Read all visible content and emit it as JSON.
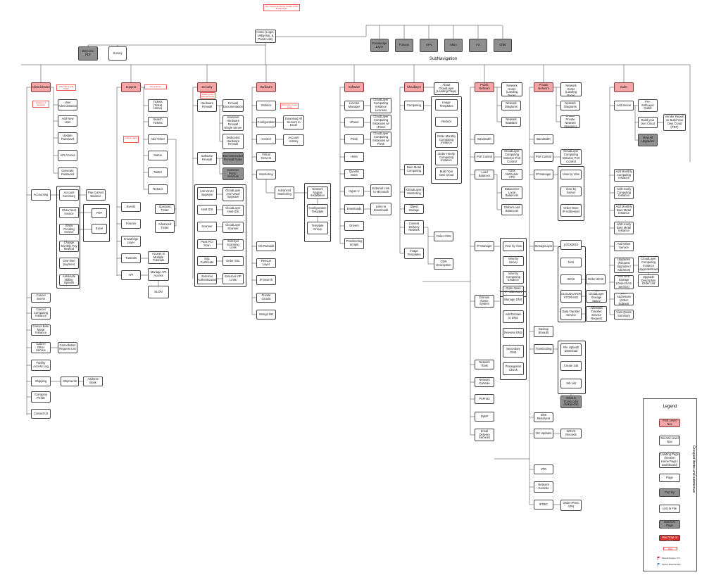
{
  "header": {
    "top_note": "You must go to Home (Login) or the Portal page.",
    "home": "Home (Login, Utility Bar, & Portal Link)",
    "welcome": "Welcome PDF",
    "survey": "Survey",
    "subnav_title": "SubNavigation",
    "subnav": [
      "Knowledge Layer",
      "Forums",
      "VPN",
      "Main",
      "FX",
      "Child"
    ]
  },
  "sections": {
    "administrative": {
      "title": "Administrative",
      "items": [
        "User Administration",
        "Add New User",
        "Update Password",
        "API Access",
        "Generate Password"
      ],
      "accounting": "Accounting",
      "accounting_items": [
        "Account Summary",
        "Show Next Invoice",
        "Show Pending Invoice",
        "Change Monthly Pay Method",
        "One-time payment",
        "Associate Billing Options"
      ],
      "pay_current_balance": "Pay Current Balance",
      "pdf": "PDF",
      "excel": "Excel",
      "other_items": [
        "Cancel Server",
        "Cancel Computing Instance",
        "Cancel Bare Metal Instance",
        "Cancel Other Service",
        "Facility Access Log",
        "Shipping",
        "Company Profile",
        "Contact Us"
      ],
      "cancellation_request_list": "Cancellation Request List",
      "shipments": "Shipments",
      "address_book": "Address Book"
    },
    "support": {
      "title": "Support",
      "items": [
        "Tickets (Ticket Home)",
        "Search Tickets",
        "Add Ticket",
        "Status",
        "Twitter",
        "Reboot"
      ],
      "standard_ticket": "Standard Ticket",
      "advanced_ticket": "Advanced Ticket",
      "events": "Events",
      "forums": "Forums",
      "knowledge_layer": "Knowledge Layer",
      "tutorials": "Tutorials",
      "access_tutorials": "Access to Multiple Tutorials",
      "api": "API",
      "manage_api": "Manage API Access",
      "slon": "SLON"
    },
    "security": {
      "title": "Security",
      "hardware_firewall": "Hardware Firewall",
      "firewall_items": [
        "Firewall Documentation",
        "Standard Hardware Firewall Single Server",
        "Dedicated Hardware Firewall"
      ],
      "software_firewall": "Software Firewall",
      "recommended_fw": "Recommended Firewall Rules",
      "common_ports": "Common Ports / Services",
      "rows": [
        [
          "Anti-Virus / Spyware",
          "CloudLayer Anti-Virus/ Spyware"
        ],
        [
          "Host IDS",
          "CloudLayer Host IDS"
        ],
        [
          "Scanner",
          "CloudLayer Scanner"
        ],
        [
          "Pass PCI Scan",
          "External Scanning Links"
        ],
        [
          "SSL Certificate",
          "Order SSL"
        ],
        [
          "External Authentication",
          "External VIP Links"
        ]
      ]
    },
    "hardware": {
      "title": "Hardware",
      "items": [
        "Reboot",
        "Configuration",
        "Control",
        "Virtual Servers",
        "Monitoring"
      ],
      "download_all": "Download All Servers to Excel",
      "account_history": "Account History",
      "advanced_monitoring": "Advanced Monitoring",
      "nagios_install": "Network Nagios Installation",
      "config_template": "Configuration Template",
      "template_group": "Template Group",
      "lower": [
        "OS Reloads",
        "Rescue Layer",
        "IP Search",
        "Private Clouds",
        "Mongo DB"
      ]
    },
    "software": {
      "title": "Software",
      "items": [
        "License Manager",
        "cPanel",
        "Plesk",
        "Helm",
        "Quantix Store",
        "Hyper-V",
        "Downloads",
        "Drivers",
        "Provisioning Scripts"
      ],
      "right": [
        "CloudLayer Computing Instance Licenses",
        "CloudLayer Computing Instances w/ cPanel",
        "CloudLayer Computing Instances w/ Plesk"
      ],
      "external_link": "External Link to Microsoft",
      "links_downloads": "Links to Downloads"
    },
    "cloudlayer": {
      "title": "Cloudlayer",
      "computing": "Computing",
      "computing_items": [
        "Image Templates",
        "Reboot",
        "Order Monthly Computing Instance",
        "Order Hourly Computing Instance",
        "Build Your Own Cloud"
      ],
      "about": "About CloudLayer (Landing Page)",
      "bare_metal": "Bare Metal Computing",
      "monitoring": "(CloudLayer) Monitoring",
      "object_storage": "Object Storage",
      "cdn": "Content Delivery Network",
      "order_cdn": "Order CDN",
      "cdn_desc": "CDN Description",
      "image_templates": "Image Templates"
    },
    "public_network": {
      "title": "Public Network",
      "home": "Public Network Home (Landing Page)",
      "items": [
        "Network Diagrams",
        "Network Statistics",
        "Bandwidth",
        "Port Control",
        "Load Balancer"
      ],
      "port_control_right": "CloudLayer Computing Instance Port Control",
      "lb_items": [
        "Citrix NetScaler VPX",
        "Datacenter Local Balancers",
        "Global Load Balancers"
      ],
      "ip_manager": "IP Manager",
      "ip_items": [
        "View by Vlan",
        "View by Server",
        "View by Computing Instance",
        "Order More IP Addresses"
      ],
      "dns": "Domain Name System",
      "dns_items": [
        "Manage DNS",
        "Add Domain to DNS",
        "Reverse DNS",
        "Secondary DNS",
        "Propagation Check"
      ],
      "network_tools": "Network Tools",
      "tools": [
        "Network Console",
        "PAProto",
        "SWIP",
        "Email Delivery Services"
      ]
    },
    "private_network": {
      "title": "Private Network",
      "home": "Private Network Home (Landing Page)",
      "items": [
        "Network Diagrams",
        "Enable Private Network Spanning",
        "Bandwidth",
        "Port Control",
        "IP Manager"
      ],
      "port_control_right": "CloudLayer Computing Instance Port Control",
      "ip_items": [
        "View by Vlan",
        "View by Server",
        "Order More IP Addresses"
      ],
      "storage_layer": "StorageLayer",
      "storage_items": [
        "LOCKBOX",
        "NAS",
        "iSCSI",
        "CLOUDLAYER STORAGE",
        "Data Transfer Service"
      ],
      "order_iscsi": "Order iSCSI",
      "add_cloud_storage": "Add CloudLayer Storage Space",
      "add_data_transfer": "Add Data Transfer Service Request",
      "backup": "Backup (Evault)",
      "transcoding": "Transcoding",
      "transcoding_items": [
        "File Upload/ Download",
        "Create Job",
        "Job List"
      ],
      "what_is_transcoder": "What is Transcoder (Wikipedia)",
      "dns_resolvers": "DNS Resolvers",
      "os_updates": "OS Updates",
      "wsus": "WSUS Records",
      "vpn": "VPN",
      "network_console": "Network Console",
      "ipsec": "IPSEC",
      "order_ipsec": "Order IPSec VPN"
    },
    "sales": {
      "title": "Sales",
      "add_server": "Add Server",
      "pre_softlayer": "Pre-SoftLayer Outlet",
      "build_cloud": "Build your own Cloud",
      "view_all": "View All Upgrades",
      "vendor_report": "Vendor Report on Build Your Own Cloud (PDF)",
      "items": [
        "Add Monthly Computing Instance",
        "Add Hourly Computing Instance",
        "Add Monthly Bare Metal Instance",
        "Add Hourly Bare Metal Instance",
        "Add Other Service"
      ],
      "upgrades": "Upgrades (Request Upgrades / Add BCS)",
      "cloudlayer_upgrade": "CloudLayer Computing Instance Upgrade/Down",
      "upgrade_desc": "Upgrade Description Order List",
      "lower": [
        "Add NAS Storage (Order NAS Service)",
        "Add IP Addresses (Order Subnet)",
        "View Quote Summary"
      ]
    }
  },
  "notes": [
    "Note about Add Ticket",
    "Opens in 2 windows",
    "Go to Home",
    "Link to Login",
    "Clicking this link opens the section",
    "Click here to see more"
  ],
  "legend": {
    "title": "Legend",
    "side_label": "Grouped items and submenus",
    "items": [
      "First Level Nav",
      "Second Level Nav",
      "Landing Page (Section Home Page / Dashboard)",
      "Page",
      "Pop Up",
      "Link to File",
      "External Page",
      "First Level Nav Drop or Subs",
      "Note"
    ],
    "flag_showall": "Should Design / F4",
    "flag_opens": "Opens External Site"
  },
  "colors": {
    "first_level": "#f4a6a6",
    "popup": "#8f8f8f",
    "note": "#e03030",
    "red_fill": "#d93030"
  }
}
